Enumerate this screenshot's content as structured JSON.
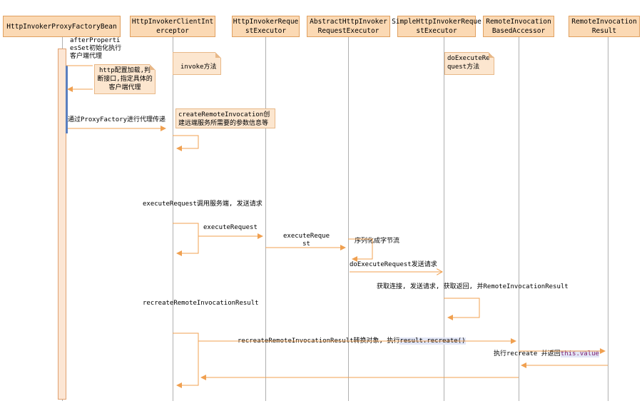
{
  "participants": [
    {
      "name": "HttpInvokerProxyFactoryBean"
    },
    {
      "name": "HttpInvokerClientInt\nerceptor"
    },
    {
      "name": "HttpInvokerReque\nstExecutor"
    },
    {
      "name": "AbstractHttpInvoker\nRequestExecutor"
    },
    {
      "name": "SimpleHttpInvokerReque\nstExecutor"
    },
    {
      "name": "RemoteInvocation\nBasedAccessor"
    },
    {
      "name": "RemoteInvocation\nResult"
    }
  ],
  "notes": {
    "after_properties_set": "afterProperti\nesSet初始化执行\n客户端代理",
    "http_config": "http配置加载,判\n断接口,指定具体的\n客户端代理",
    "invoke": "invoke方法",
    "do_execute_request": "doExecuteRe\nquest方法",
    "create_remote_invocation": "createRemoteInvocation创\n建远端服务所需要的参数信息等"
  },
  "messages": {
    "proxy_factory": "通过ProxyFactory进行代理传递",
    "execute_request_call": "executeRequest调用服务端, 发送请求",
    "execute_request": "executeRequest",
    "execute_request_2": "executeReque\nst",
    "serialize": "序列化成字节流",
    "do_execute_request_send": "doExecuteRequest发送请求",
    "get_connection": "获取连接, 发送请求, 获取返回, 并RemoteInvocationResult",
    "recreate_remote_invocation_result": "recreateRemoteInvocationResult",
    "recreate_convert_prefix": "recreateRemoteInvocationResult转换对象, 执行",
    "recreate_convert_code": "result.recreate()",
    "exec_recreate_prefix": "执行recreate 并返回",
    "exec_recreate_code": "this.value"
  },
  "colors": {
    "arrow": "#f0a050",
    "header_fill": "#fbd9b4",
    "note_fill": "#fce6cf",
    "activation_bar": "#5a7fbf"
  }
}
